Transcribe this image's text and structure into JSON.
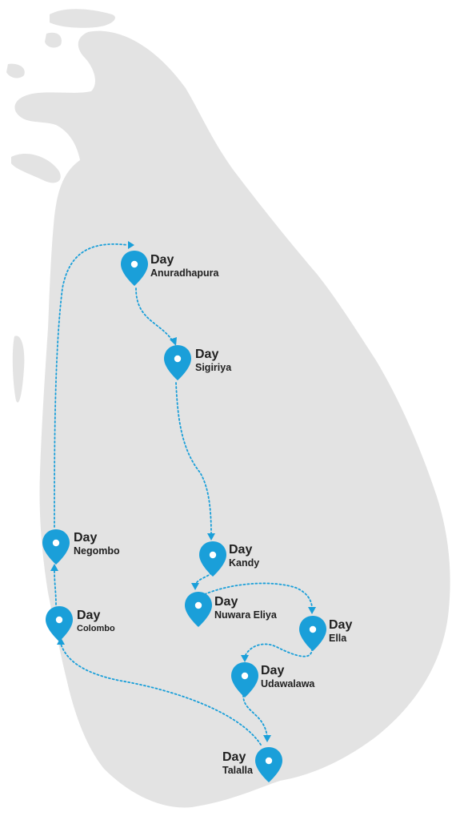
{
  "map": {
    "land_color": "#e3e3e3",
    "route_color": "#1a9fd9",
    "pin_color": "#1a9fd9",
    "pin_icon": "map-pin-icon"
  },
  "stops": [
    {
      "id": "anuradhapura",
      "day": "Day",
      "name": "Anuradhapura"
    },
    {
      "id": "sigiriya",
      "day": "Day",
      "name": "Sigiriya"
    },
    {
      "id": "kandy",
      "day": "Day",
      "name": "Kandy"
    },
    {
      "id": "nuwara-eliya",
      "day": "Day",
      "name": "Nuwara Eliya"
    },
    {
      "id": "ella",
      "day": "Day",
      "name": "Ella"
    },
    {
      "id": "udawalawa",
      "day": "Day",
      "name": "Udawalawa"
    },
    {
      "id": "talalla",
      "day": "Day",
      "name": "Talalla"
    },
    {
      "id": "colombo",
      "day": "Day",
      "name": "Colombo"
    },
    {
      "id": "negombo",
      "day": "Day",
      "name": "Negombo"
    }
  ]
}
